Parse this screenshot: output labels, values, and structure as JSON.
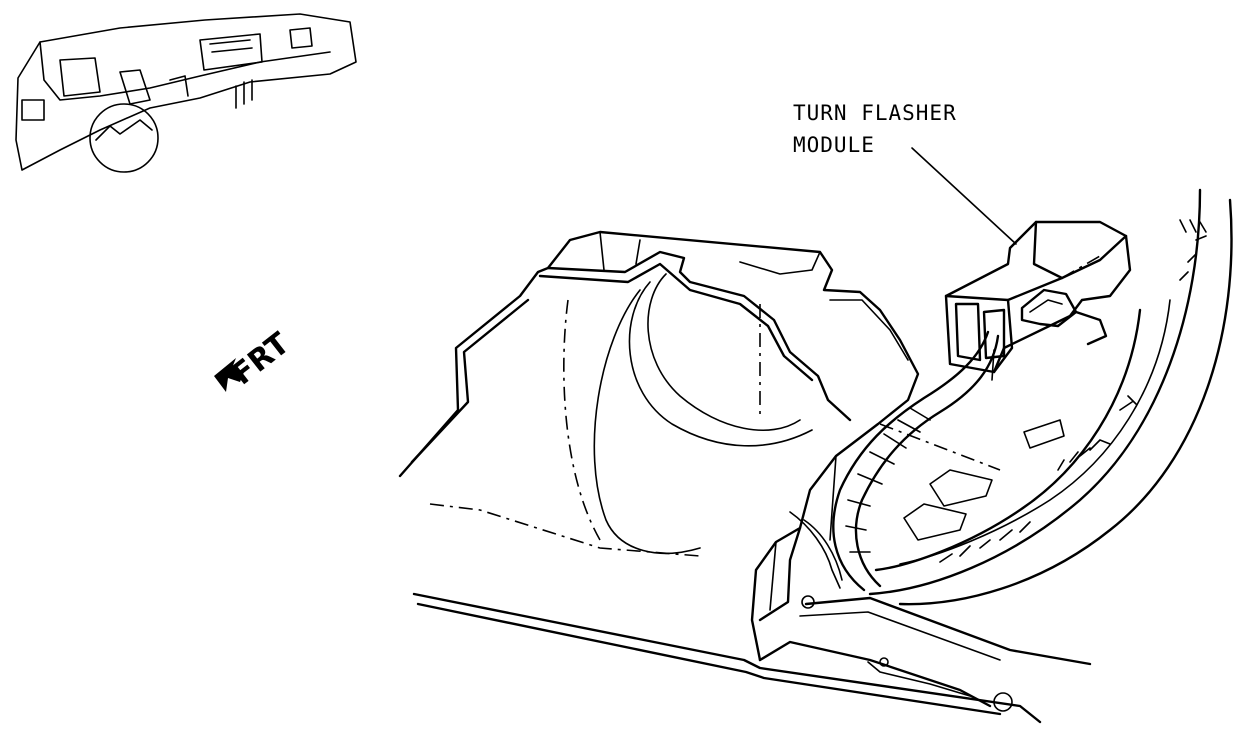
{
  "callout": {
    "line1": "TURN FLASHER",
    "line2": "MODULE"
  },
  "direction": {
    "label": "FRT"
  }
}
